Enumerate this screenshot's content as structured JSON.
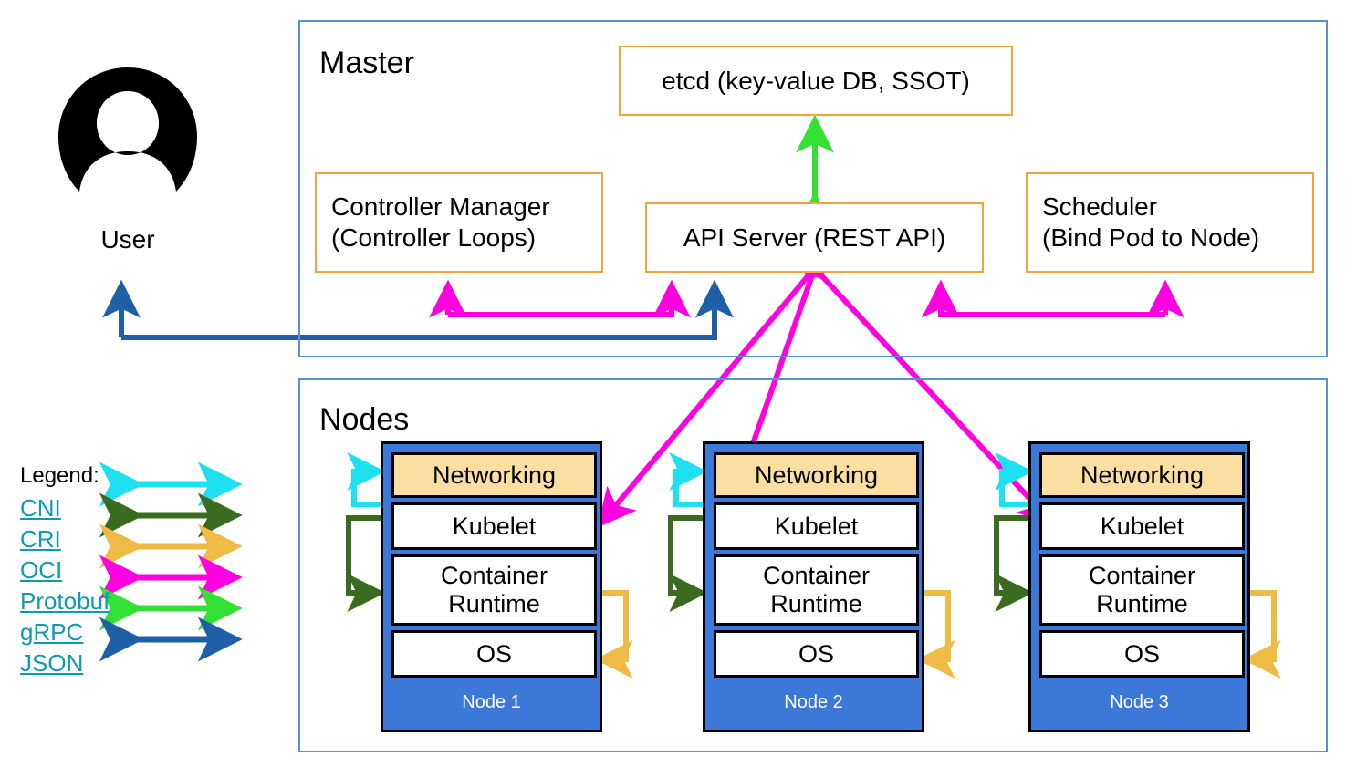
{
  "diagram": {
    "title_master": "Master",
    "title_nodes": "Nodes",
    "user": {
      "label": "User",
      "icon": "user-avatar-icon"
    }
  },
  "master": {
    "label": "Master",
    "components": [
      {
        "id": "etcd",
        "label": "etcd (key-value DB, SSOT)",
        "align": "center"
      },
      {
        "id": "controller-manager",
        "label": "Controller Manager\n(Controller Loops)",
        "align": "left"
      },
      {
        "id": "api-server",
        "label": "API Server (REST API)",
        "align": "center"
      },
      {
        "id": "scheduler",
        "label": "Scheduler\n(Bind Pod to Node)",
        "align": "left"
      }
    ]
  },
  "nodes": {
    "label": "Nodes",
    "layers": [
      "Networking",
      "Kubelet",
      "Container\nRuntime",
      "OS"
    ],
    "items": [
      {
        "name": "Node 1",
        "networking": "Networking",
        "kubelet": "Kubelet",
        "runtime": "Container\nRuntime",
        "os": "OS"
      },
      {
        "name": "Node 2",
        "networking": "Networking",
        "kubelet": "Kubelet",
        "runtime": "Container\nRuntime",
        "os": "OS"
      },
      {
        "name": "Node 3",
        "networking": "Networking",
        "kubelet": "Kubelet",
        "runtime": "Container\nRuntime",
        "os": "OS"
      }
    ]
  },
  "legend": {
    "title": "Legend:",
    "entries": [
      {
        "label": "CNI",
        "color": "#1FE0F0"
      },
      {
        "label": "CRI",
        "color": "#3B6B1E"
      },
      {
        "label": "OCI",
        "color": "#EFBB44"
      },
      {
        "label": "Protobuf",
        "color": "#FF00E0"
      },
      {
        "label": "gRPC",
        "color": "#33E033"
      },
      {
        "label": "JSON",
        "color": "#1F5FA8"
      }
    ]
  },
  "colors": {
    "group_border": "#5B8FD4",
    "component_border": "#F2A33C",
    "node_fill": "#3C78D8",
    "networking_fill": "#FBDFA2",
    "legend_text": "#0F9BAF",
    "cni": "#1FE0F0",
    "cri": "#3B6B1E",
    "oci": "#EFBB44",
    "protobuf": "#FF00E0",
    "grpc": "#33E033",
    "json": "#1F5FA8"
  }
}
